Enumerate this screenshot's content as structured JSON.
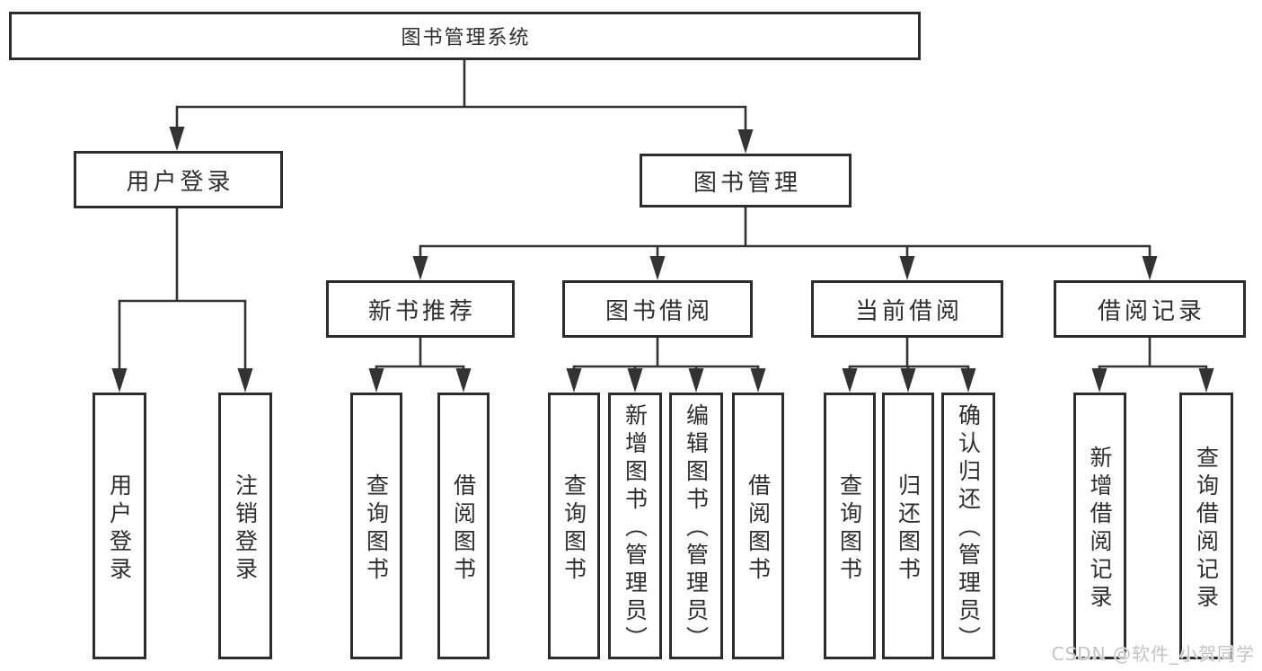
{
  "diagram_type": "tree-diagram",
  "tree": {
    "label": "图书管理系统",
    "children": [
      {
        "label": "用户登录",
        "children": [
          {
            "label": "用户登录"
          },
          {
            "label": "注销登录"
          }
        ]
      },
      {
        "label": "图书管理",
        "children": [
          {
            "label": "新书推荐",
            "children": [
              {
                "label": "查询图书"
              },
              {
                "label": "借阅图书"
              }
            ]
          },
          {
            "label": "图书借阅",
            "children": [
              {
                "label": "查询图书"
              },
              {
                "label": "新增图书（管理员）"
              },
              {
                "label": "编辑图书（管理员）"
              },
              {
                "label": "借阅图书"
              }
            ]
          },
          {
            "label": "当前借阅",
            "children": [
              {
                "label": "查询图书"
              },
              {
                "label": "归还图书"
              },
              {
                "label": "确认归还（管理员）"
              }
            ]
          },
          {
            "label": "借阅记录",
            "children": [
              {
                "label": "新增借阅记录"
              },
              {
                "label": "查询借阅记录"
              }
            ]
          }
        ]
      }
    ]
  },
  "watermark": {
    "text": "CSDN @软件_小贺同学"
  },
  "colors": {
    "background": "#ffffff",
    "box_border": "#2d2d2d",
    "connector_line": "#333333",
    "text": "#2e2e2e",
    "watermark": "#c3c3c3"
  }
}
